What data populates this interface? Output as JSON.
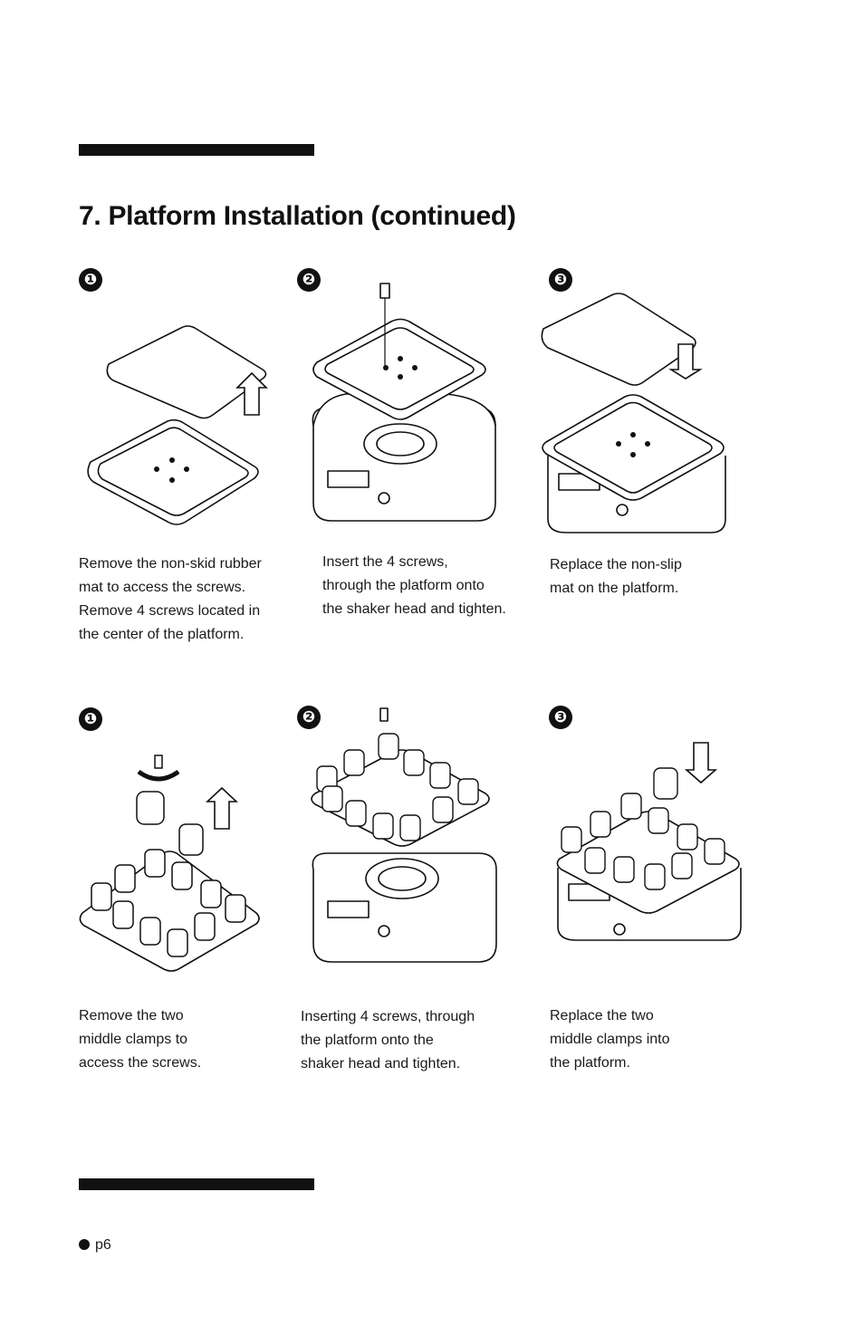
{
  "page": {
    "title": "7. Platform Installation (continued)",
    "page_number": "p6"
  },
  "section_a": {
    "steps": [
      {
        "number": "❶",
        "caption": "Remove the non-skid rubber\nmat to access the screws.\nRemove 4 screws located in\nthe center of the platform."
      },
      {
        "number": "❷",
        "caption": "Insert the 4 screws,\nthrough the platform onto\nthe shaker head and tighten."
      },
      {
        "number": "❸",
        "caption": "Replace the non-slip\nmat on the platform."
      }
    ]
  },
  "section_b": {
    "steps": [
      {
        "number": "❶",
        "caption": "Remove the two\nmiddle clamps to\naccess the screws."
      },
      {
        "number": "❷",
        "caption": "Inserting 4 screws, through\nthe platform onto the\nshaker head and tighten."
      },
      {
        "number": "❸",
        "caption": "Replace the two\nmiddle clamps into\nthe platform."
      }
    ]
  }
}
